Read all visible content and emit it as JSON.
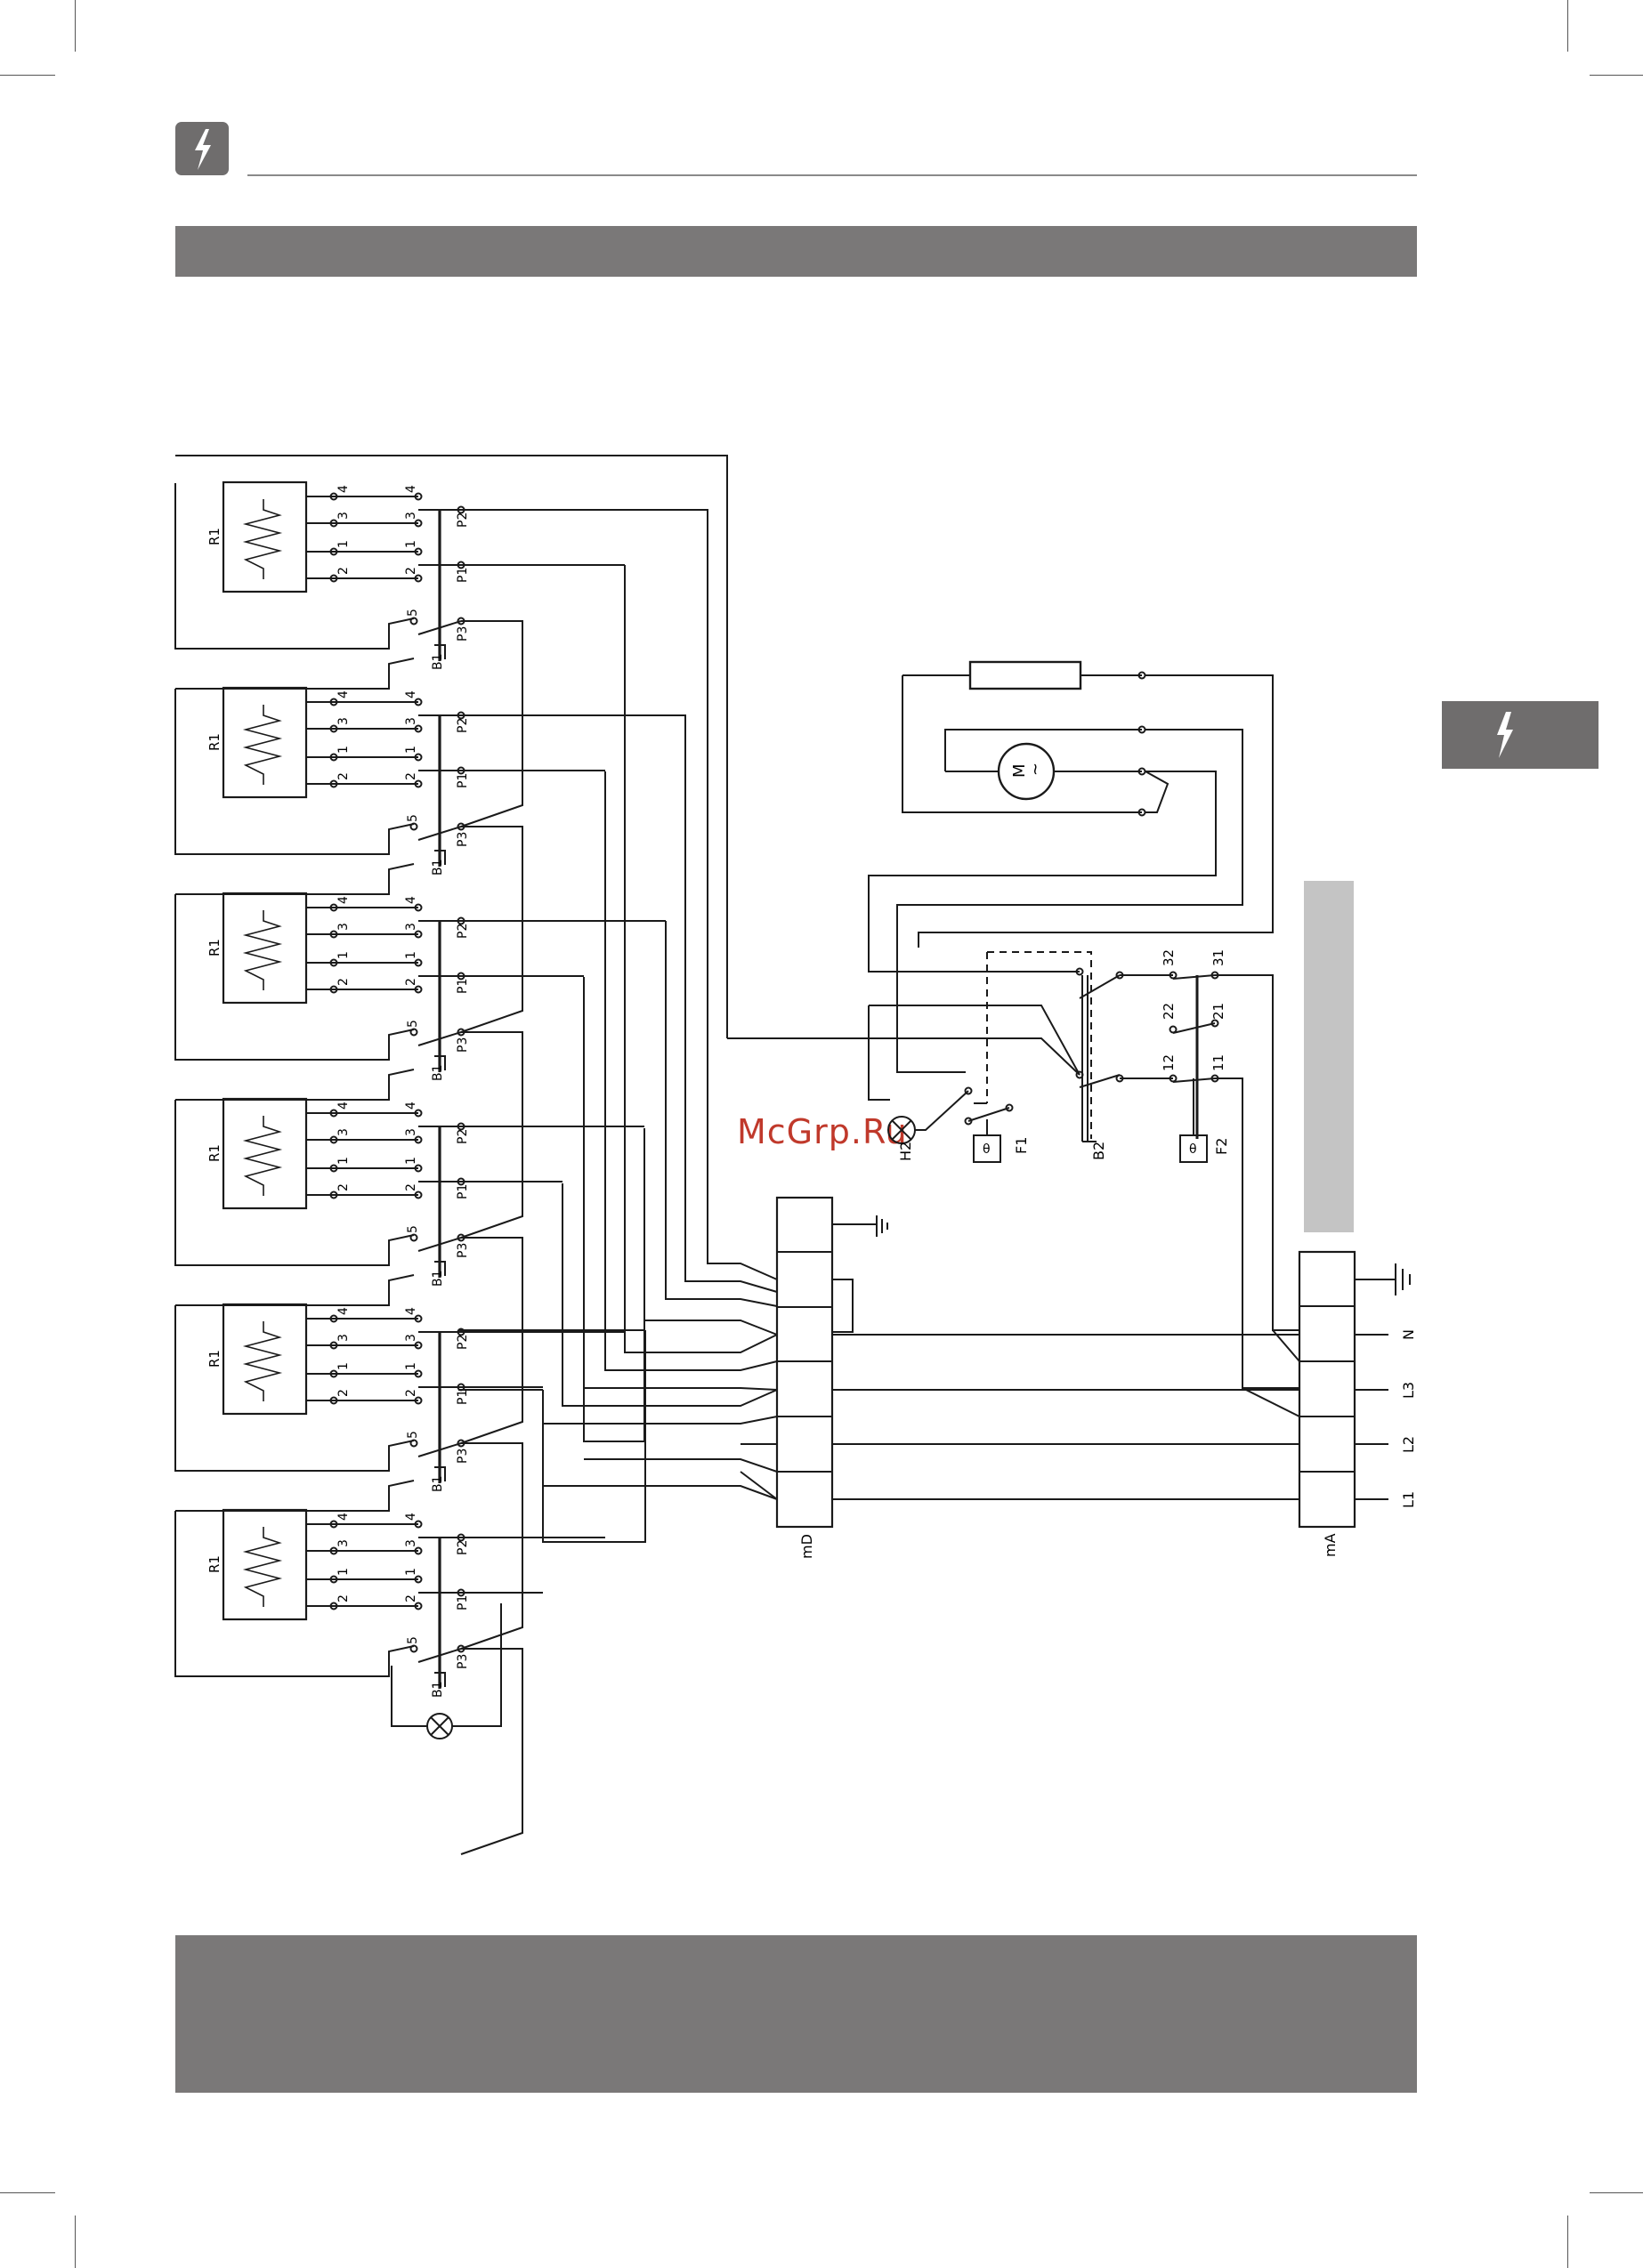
{
  "header": {
    "icon": "lightning-bolt-icon",
    "title_bar_text": ""
  },
  "side_tab": {
    "icon": "lightning-bolt-icon"
  },
  "footer_bar_text": "",
  "watermark": "McGrp.Ru",
  "diagram": {
    "heater_label": "R1",
    "thermostat_label": "B1",
    "terminal_numbers": [
      "4",
      "3",
      "1",
      "2"
    ],
    "switch_label_5": "5",
    "contact_labels": [
      "P2",
      "P1",
      "P3"
    ],
    "motor_symbol": "M",
    "motor_tilde": "~",
    "lamp_h2": "H2",
    "limiter_f1": "F1",
    "limiter_f2": "F2",
    "thermo_b2": "B2",
    "theta": "θ",
    "contactor_pairs": [
      [
        "32",
        "31"
      ],
      [
        "22",
        "21"
      ],
      [
        "12",
        "11"
      ]
    ],
    "terminal_block_d": "mD",
    "terminal_block_a": "mA",
    "supply_lines": [
      "N",
      "L3",
      "L2",
      "L1"
    ]
  },
  "colors": {
    "bar": "#7a7878",
    "line": "#1a1a1a",
    "watermark": "#c0392b"
  }
}
